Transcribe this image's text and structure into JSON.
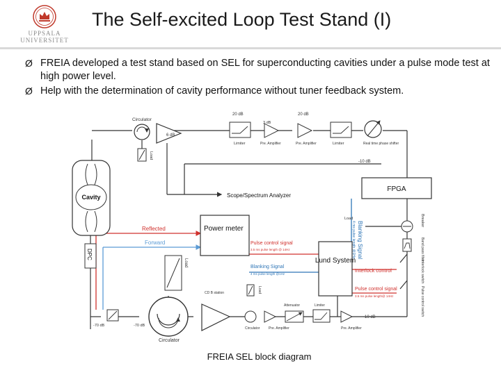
{
  "header": {
    "title": "The Self-excited Loop Test Stand (I)",
    "logo_line1": "UPPSALA",
    "logo_line2": "UNIVERSITET"
  },
  "bullets": [
    "FREIA developed a test stand based on SEL for superconducting cavities under a pulse mode test at high power level.",
    "Help with the determination of cavity performance without tuner feedback system."
  ],
  "bullet_mark": "Ø",
  "diagram": {
    "circulator_top": "Circulator",
    "load_top": "Load",
    "att_6db": "6 dB",
    "amp_20db_1": "20 dB",
    "amp_20db_2": "20 dB",
    "db_3": "3 dB",
    "pre_amp_1": "Pre. Amplifier",
    "limiter_1": "Limiter",
    "pre_amp_2": "Pre. Amplifier",
    "limiter_2": "Limiter",
    "phase_shifter": "Real time phase shifter",
    "att_10db": "-10 dB",
    "fpga": "FPGA",
    "cavity": "Cavity",
    "scope": "Scope/Spectrum Analyzer",
    "load_right": "Load",
    "blanking_vertical": "Blanking Signal",
    "blanking_vertical_sub": "4 ms pulse length @1Hz",
    "breaker": "Breaker",
    "bandpass_filter": "Band pass filter",
    "reflected": "Reflected",
    "forward": "Forward",
    "power_meter": "Power meter",
    "pulse_ctrl_1": "Pulse control signal",
    "pulse_ctrl_1_sub": "3.5 ms pulse length @ 14Hz",
    "lund_system": "Lund System",
    "dpc": "DPC",
    "load_mid": "Load",
    "blanking_horizontal": "Blanking Signal",
    "blanking_horizontal_sub": "4 ms pulse length @1Hz",
    "interlock": "Interlock control",
    "interlock_switch": "Interlock switch",
    "pulse_ctrl_2": "Pulse control signal",
    "pulse_ctrl_2_sub": "3.5 ms pulse length@ 14Hz",
    "pulse_control_switch": "Pulse control switch",
    "station_label": "CD B station",
    "load_bottom": "Load",
    "attenuator": "Attenuator",
    "limiter_3": "Limiter",
    "db_10_bottom": "-10 dB",
    "circulator_bottom_small": "Circulator",
    "pre_amp_3": "Pre. Amplifier",
    "pre_amp_4": "Pre. Amplifier",
    "db_70": "-70 dB",
    "db_70_2": "-70 dB",
    "circulator_bottom": "Circulator"
  },
  "caption": "FREIA SEL block diagram",
  "colors": {
    "reflected": "#d0312d",
    "forward": "#5b9bd5",
    "blanking": "#2e75b6",
    "pulse": "#d0312d",
    "wire": "#333333"
  }
}
